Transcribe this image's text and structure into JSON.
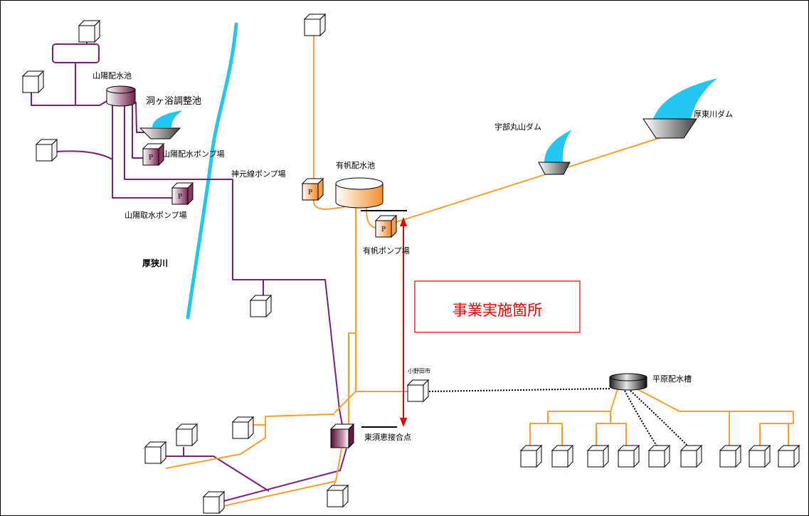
{
  "labels": {
    "sanyo_reservoir": "山陽配水池",
    "dogasako_pond": "洞ヶ浴調整池",
    "sanyo_distribution_pump": "山陽配水ポンプ場",
    "sanyo_intake_pump": "山陽取水ポンプ場",
    "kanmoto_pump": "神元線ポンプ場",
    "aho_reservoir": "有帆配水池",
    "aho_pump": "有帆ポンプ場",
    "river": "厚狭川",
    "project_site": "事業実施箇所",
    "ube_maruyama_dam": "宇部丸山ダム",
    "koto_dam": "厚東川ダム",
    "onoda_city": "小野田市",
    "hirahara_tank": "平原配水槽",
    "higashisue_junction": "東須恵接合点"
  },
  "pump_letter": "P",
  "colors": {
    "purple_pipe": "#7b1f7b",
    "orange_pipe": "#f5a030",
    "river": "#22c6f0",
    "highlight_red": "#e60000"
  }
}
